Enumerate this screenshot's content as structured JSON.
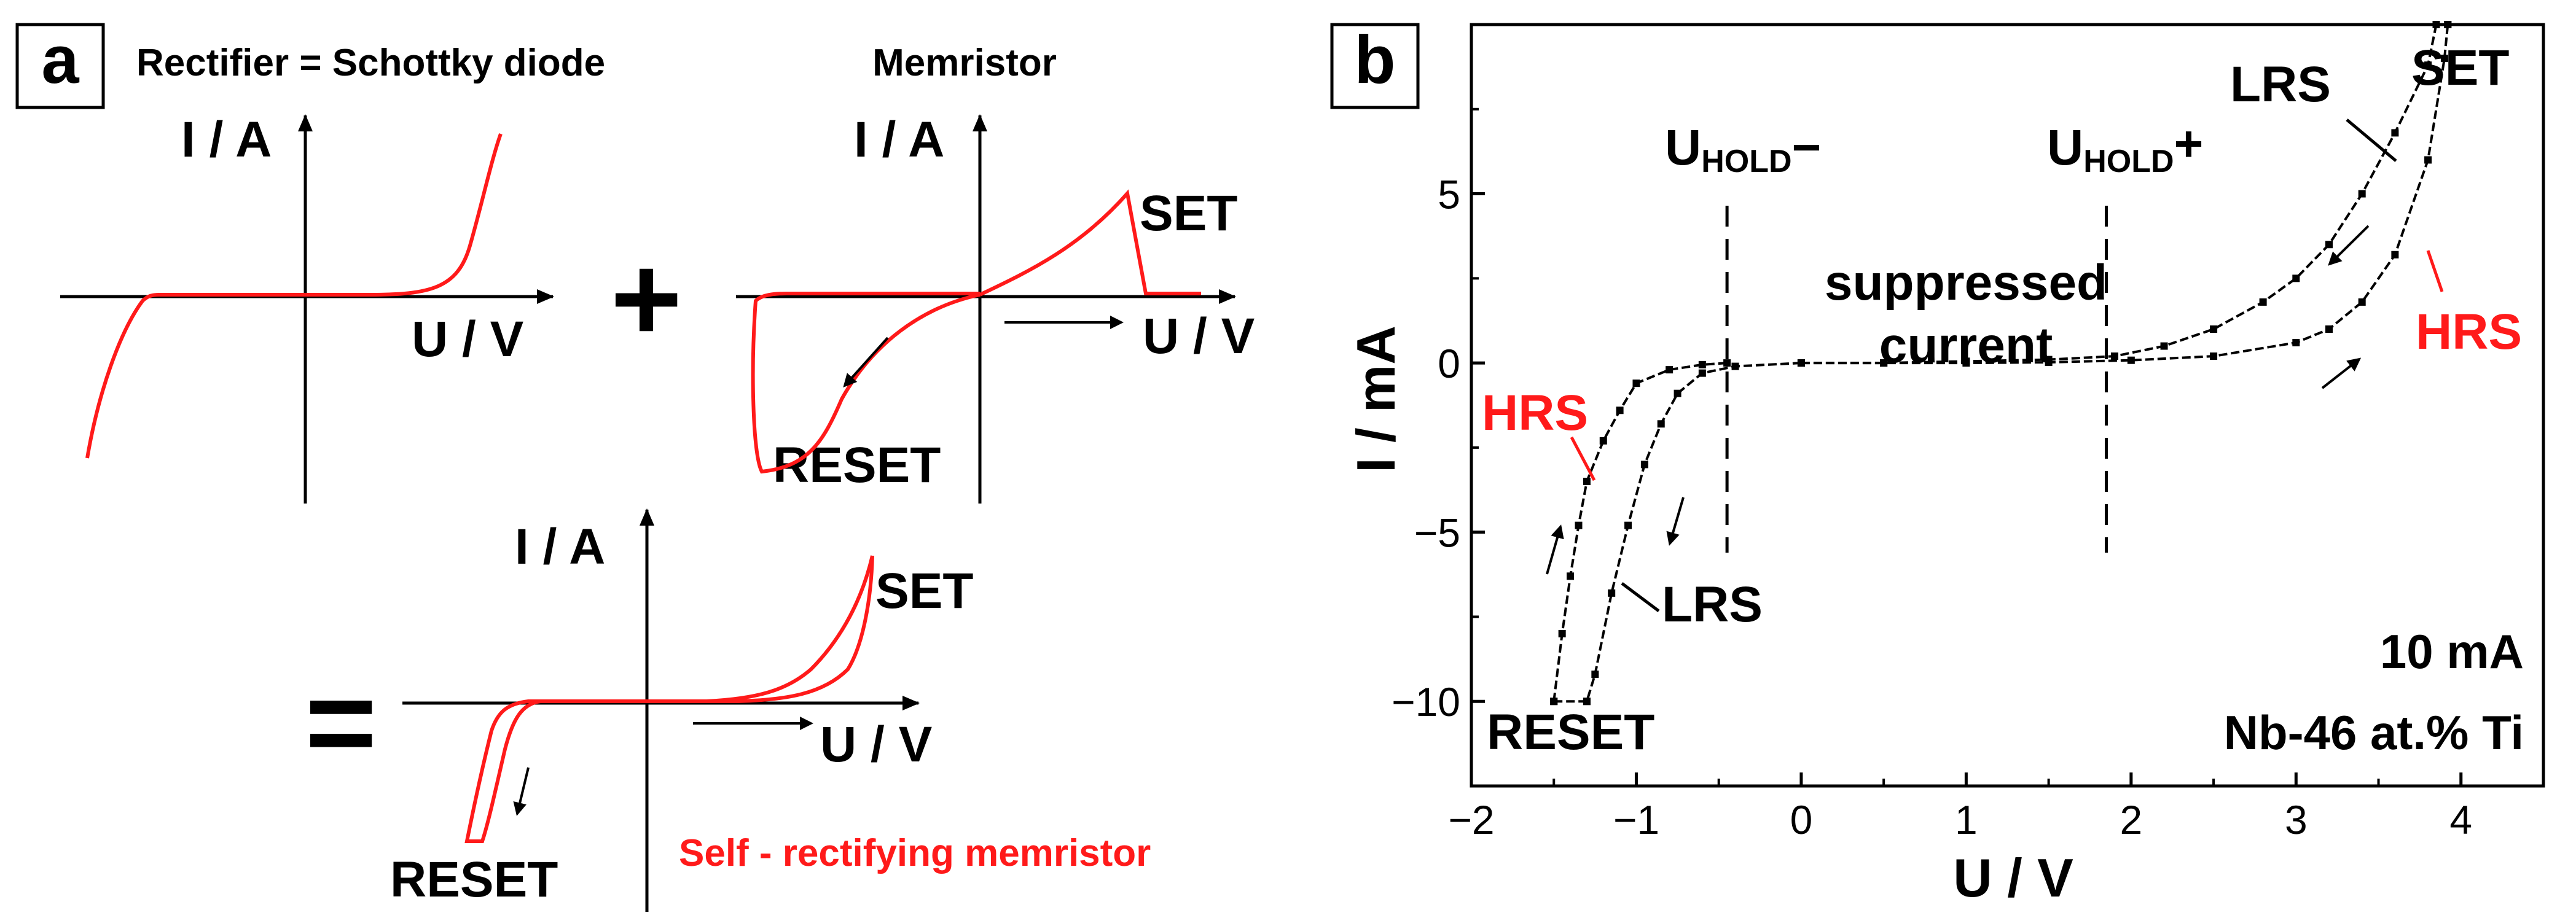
{
  "panel_a": {
    "label": "a",
    "rectifier": {
      "title": "Rectifier = Schottky diode",
      "ylabel": "I / A",
      "xlabel": "U / V"
    },
    "plus": "+",
    "memristor": {
      "title": "Memristor",
      "ylabel": "I / A",
      "xlabel": "U / V",
      "set_label": "SET",
      "reset_label": "RESET"
    },
    "equals": "=",
    "result": {
      "ylabel": "I / A",
      "xlabel": "U / V",
      "set_label": "SET",
      "reset_label": "RESET",
      "caption": "Self - rectifying memristor"
    },
    "colors": {
      "curve": "#ff1a1a",
      "text": "#000000",
      "caption": "#ff1a1a"
    }
  },
  "panel_b": {
    "label": "b",
    "annotations": {
      "uhold_minus_main": "U",
      "uhold_minus_sub": "HOLD",
      "uhold_minus_sign": "−",
      "uhold_plus_main": "U",
      "uhold_plus_sub": "HOLD",
      "uhold_plus_sign": "+",
      "suppressed_line1": "suppressed",
      "suppressed_line2": "current",
      "set": "SET",
      "lrs_top": "LRS",
      "hrs_right": "HRS",
      "hrs_left": "HRS",
      "lrs_bottom": "LRS",
      "reset": "RESET",
      "compliance": "10 mA",
      "material": "Nb-46 at.% Ti"
    },
    "colors": {
      "hrs": "#ff1a1a",
      "data": "#000000"
    }
  },
  "chart_data": [
    {
      "type": "line",
      "title": "Rectifier = Schottky diode",
      "xlabel": "U / V",
      "ylabel": "I / A",
      "series": [
        {
          "x": [
            -1.0,
            -0.9,
            -0.8,
            -0.7,
            -0.6,
            0.0,
            0.6,
            0.7,
            0.8,
            0.9,
            1.0
          ],
          "y": [
            -1.0,
            -0.6,
            -0.25,
            -0.03,
            0.0,
            0.0,
            0.0,
            0.03,
            0.2,
            0.5,
            1.0
          ]
        }
      ]
    },
    {
      "type": "line",
      "title": "Memristor",
      "xlabel": "U / V",
      "ylabel": "I / A",
      "series": [
        {
          "x": [
            0.0,
            0.3,
            0.6,
            0.9,
            0.9,
            1.0
          ],
          "y": [
            0.0,
            0.25,
            0.5,
            0.7,
            0.0,
            0.0
          ]
        },
        {
          "x": [
            0.0,
            -0.3,
            -0.6,
            -0.9,
            -1.0,
            -1.0,
            -0.8,
            0.0
          ],
          "y": [
            0.0,
            -0.2,
            -0.45,
            -0.85,
            -1.0,
            0.0,
            0.0,
            0.0
          ]
        }
      ]
    },
    {
      "type": "line",
      "title": "",
      "xlabel": "U / V",
      "ylabel": "I / A",
      "series": [
        {
          "x": [
            -1.0,
            -0.95,
            -0.8,
            -0.6,
            0.0,
            0.4,
            0.7,
            0.85,
            1.0
          ],
          "y": [
            -0.9,
            -0.9,
            -0.1,
            0.0,
            0.0,
            0.02,
            0.15,
            0.4,
            1.0
          ]
        }
      ]
    },
    {
      "type": "line",
      "title": "",
      "xlabel": "U / V",
      "ylabel": "I / mA",
      "xlim": [
        -2,
        4.5
      ],
      "ylim": [
        -12.5,
        10
      ],
      "xticks": [
        -2,
        -1,
        0,
        1,
        2,
        3,
        4
      ],
      "yticks": [
        -10,
        -5,
        0,
        5
      ],
      "xtick_labels": [
        "−2",
        "−1",
        "0",
        "1",
        "2",
        "3",
        "4"
      ],
      "ytick_labels": [
        "−10",
        "−5",
        "0",
        "5"
      ],
      "vlines": [
        -0.45,
        1.85
      ],
      "series": [
        {
          "name": "LRS (positive, upper branch)",
          "x": [
            0.0,
            0.5,
            1.0,
            1.5,
            1.9,
            2.2,
            2.5,
            2.8,
            3.0,
            3.2,
            3.4,
            3.6,
            3.8,
            3.85
          ],
          "y": [
            0.0,
            0.0,
            0.05,
            0.1,
            0.2,
            0.5,
            1.0,
            1.8,
            2.5,
            3.5,
            5.0,
            6.8,
            8.8,
            10.0
          ]
        },
        {
          "name": "HRS (positive, lower branch)",
          "x": [
            0.0,
            0.5,
            1.0,
            1.5,
            2.0,
            2.5,
            3.0,
            3.2,
            3.4,
            3.6,
            3.8,
            3.9,
            3.92
          ],
          "y": [
            0.0,
            0.0,
            0.0,
            0.02,
            0.08,
            0.2,
            0.6,
            1.0,
            1.8,
            3.2,
            6.0,
            9.0,
            10.0
          ]
        },
        {
          "name": "LRS (negative, right branch)",
          "x": [
            0.0,
            -0.4,
            -0.6,
            -0.75,
            -0.85,
            -0.95,
            -1.05,
            -1.15,
            -1.25,
            -1.3
          ],
          "y": [
            0.0,
            -0.1,
            -0.3,
            -0.9,
            -1.8,
            -3.0,
            -4.8,
            -6.8,
            -9.2,
            -10.0
          ]
        },
        {
          "name": "HRS (negative, left branch)",
          "x": [
            -1.5,
            -1.45,
            -1.4,
            -1.35,
            -1.3,
            -1.2,
            -1.1,
            -1.0,
            -0.8,
            -0.6,
            -0.45
          ],
          "y": [
            -10.0,
            -8.0,
            -6.3,
            -4.8,
            -3.5,
            -2.3,
            -1.4,
            -0.6,
            -0.2,
            -0.05,
            0.0
          ]
        },
        {
          "name": "compliance",
          "x": [
            -1.5,
            -1.3
          ],
          "y": [
            -10.0,
            -10.0
          ]
        },
        {
          "name": "compliance (positive)",
          "x": [
            3.85,
            3.92
          ],
          "y": [
            10.0,
            10.0
          ]
        }
      ]
    }
  ]
}
